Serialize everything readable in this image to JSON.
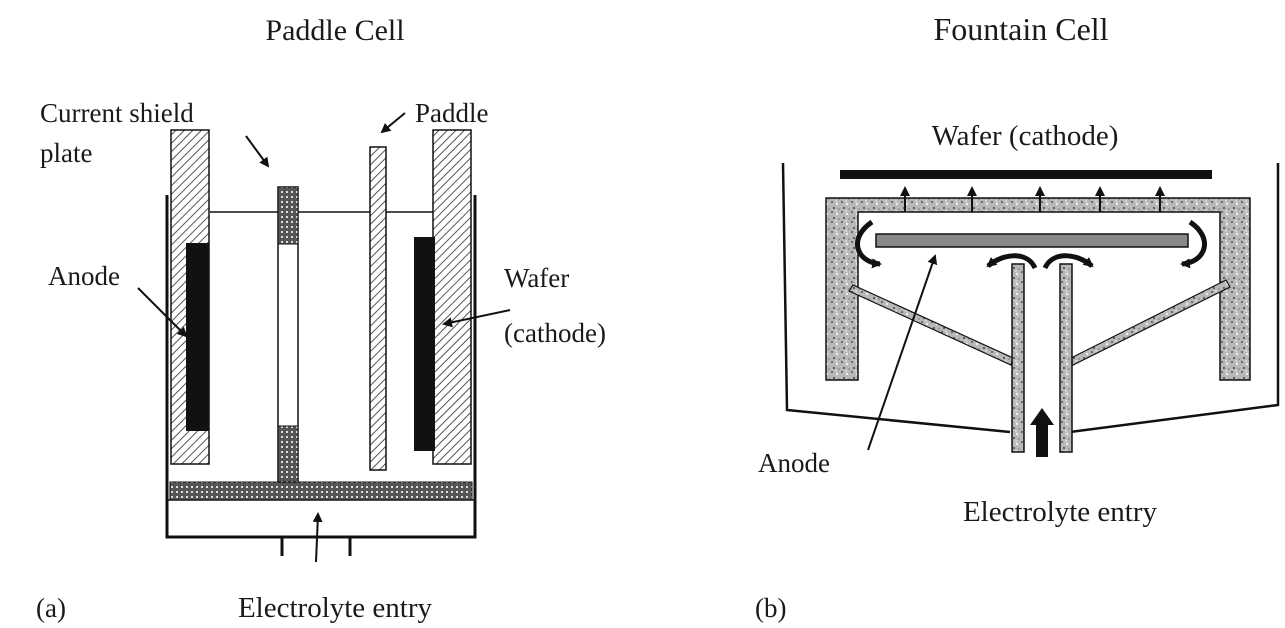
{
  "paddle_cell": {
    "title": "Paddle Cell",
    "label_current_shield_1": "Current shield",
    "label_current_shield_2": "plate",
    "label_paddle": "Paddle",
    "label_anode": "Anode",
    "label_wafer_1": "Wafer",
    "label_wafer_2": "(cathode)",
    "label_electrolyte": "Electrolyte entry",
    "panel_letter": "(a)"
  },
  "fountain_cell": {
    "title": "Fountain Cell",
    "label_wafer": "Wafer (cathode)",
    "label_anode": "Anode",
    "label_electrolyte": "Electrolyte entry",
    "panel_letter": "(b)"
  }
}
